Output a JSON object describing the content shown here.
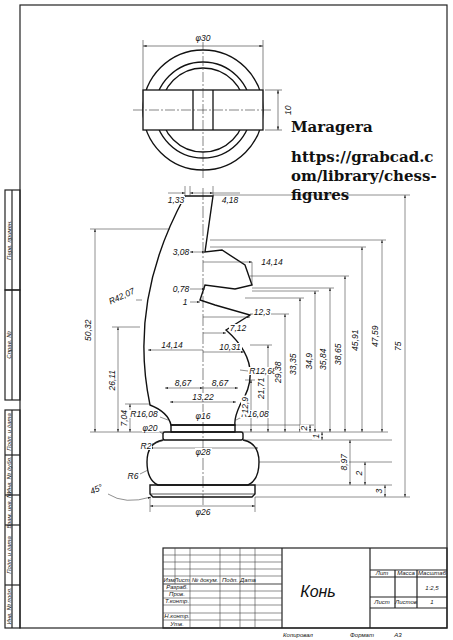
{
  "diagram": {
    "labels": [
      "φ30",
      "10",
      "Maragera",
      "https://grabcad.com/library/chess-figures",
      "1,33",
      "4,18",
      "3,08",
      "14,14",
      "0,78",
      "1",
      "12,3",
      "R42,07",
      "7,12",
      "14,14",
      "10,31",
      "50,32",
      "26,11",
      "8,67",
      "8,67",
      "R12,68",
      "13,22",
      "R16,08",
      "φ16",
      "R16,08",
      "7,04",
      "12,9",
      "21,71",
      "29,38",
      "33,35",
      "34,9",
      "35,84",
      "38,65",
      "45,91",
      "47,59",
      "75",
      "φ20",
      "R2",
      "φ28",
      "2",
      "1",
      "8,97",
      "2",
      "3",
      "R6",
      "45°",
      "φ26",
      "Конь",
      "Лит",
      "Масса",
      "Масштаб",
      "1:2,5",
      "Лист",
      "Листов",
      "1",
      "Изм",
      "Лист",
      "№ докум.",
      "Подп.",
      "Дата",
      "Разраб.",
      "Пров.",
      "Т.контр.",
      "Н.контр.",
      "Утв.",
      "Копировал",
      "Формат",
      "A3",
      "Перв. примен.",
      "Справ. №",
      "Подп. и дата",
      "Инв. № дубл.",
      "Взам. инв. №",
      "Подп. и дата",
      "Инв. № подл."
    ]
  }
}
